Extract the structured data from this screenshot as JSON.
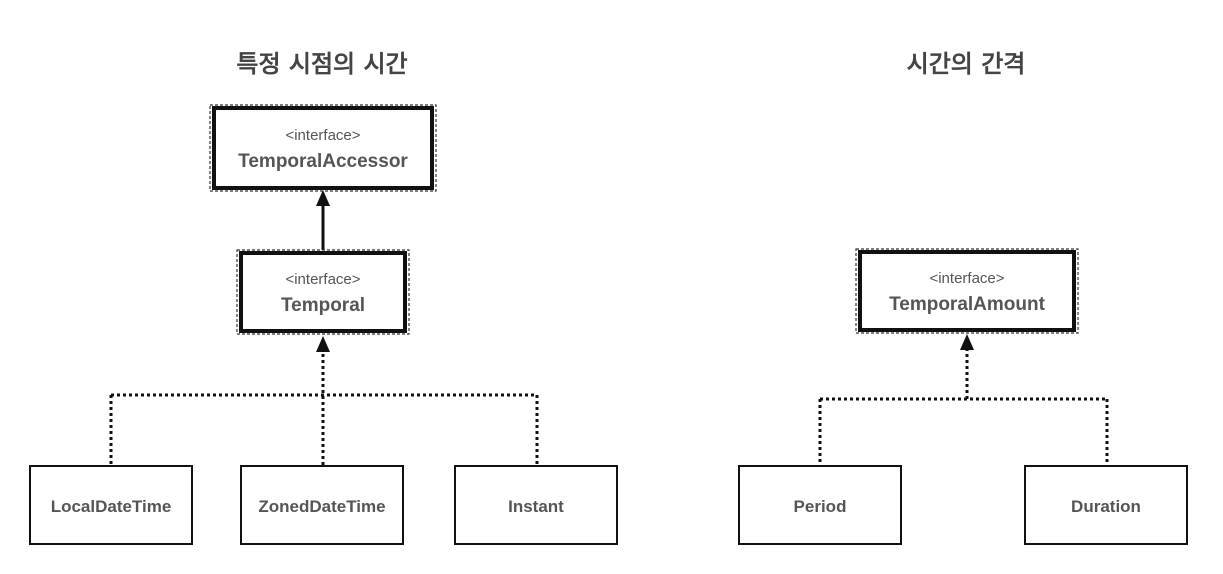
{
  "titles": {
    "left": "특정 시점의 시간",
    "right": "시간의 간격"
  },
  "interfaces": {
    "temporal_accessor": {
      "stereotype": "<interface>",
      "name": "TemporalAccessor"
    },
    "temporal": {
      "stereotype": "<interface>",
      "name": "Temporal"
    },
    "temporal_amount": {
      "stereotype": "<interface>",
      "name": "TemporalAmount"
    }
  },
  "classes": {
    "local_date_time": "LocalDateTime",
    "zoned_date_time": "ZonedDateTime",
    "instant": "Instant",
    "period": "Period",
    "duration": "Duration"
  },
  "colors": {
    "text": "#555555",
    "title": "#444444",
    "border": "#111111",
    "background": "#ffffff"
  }
}
